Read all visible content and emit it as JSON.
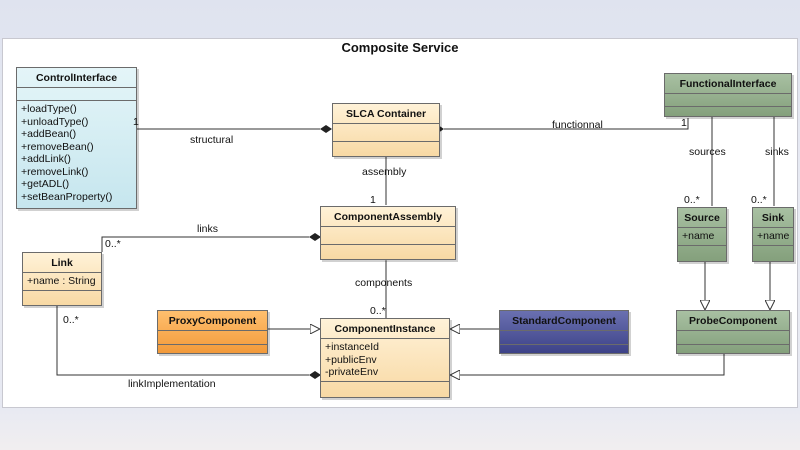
{
  "title": "Composite Service",
  "classes": {
    "control_interface": {
      "name": "ControlInterface",
      "operations": [
        "+loadType()",
        "+unloadType()",
        "+addBean()",
        "+removeBean()",
        "+addLink()",
        "+removeLink()",
        "+getADL()",
        "+setBeanProperty()"
      ]
    },
    "slca_container": {
      "name": "SLCA Container"
    },
    "functional_interface": {
      "name": "FunctionalInterface"
    },
    "component_assembly": {
      "name": "ComponentAssembly"
    },
    "link": {
      "name": "Link",
      "attributes": [
        "+name : String"
      ]
    },
    "source": {
      "name": "Source",
      "attributes": [
        "+name"
      ]
    },
    "sink": {
      "name": "Sink",
      "attributes": [
        "+name"
      ]
    },
    "proxy_component": {
      "name": "ProxyComponent"
    },
    "component_instance": {
      "name": "ComponentInstance",
      "attributes": [
        "+instanceId",
        "+publicEnv",
        "-privateEnv"
      ]
    },
    "standard_component": {
      "name": "StandardComponent"
    },
    "probe_component": {
      "name": "ProbeComponent"
    }
  },
  "associations": {
    "structural": "structural",
    "functionnal": "functionnal",
    "assembly": "assembly",
    "links": "links",
    "components": "components",
    "sources": "sources",
    "sinks": "sinks",
    "link_implementation": "linkImplementation"
  },
  "multiplicities": {
    "structural_ci": "1",
    "functionnal_fi": "1",
    "assembly_ca": "1",
    "links_link": "0..*",
    "components_ci": "0..*",
    "sources_source": "0..*",
    "sinks_sink": "0..*",
    "linkimpl_link": "0..*"
  }
}
